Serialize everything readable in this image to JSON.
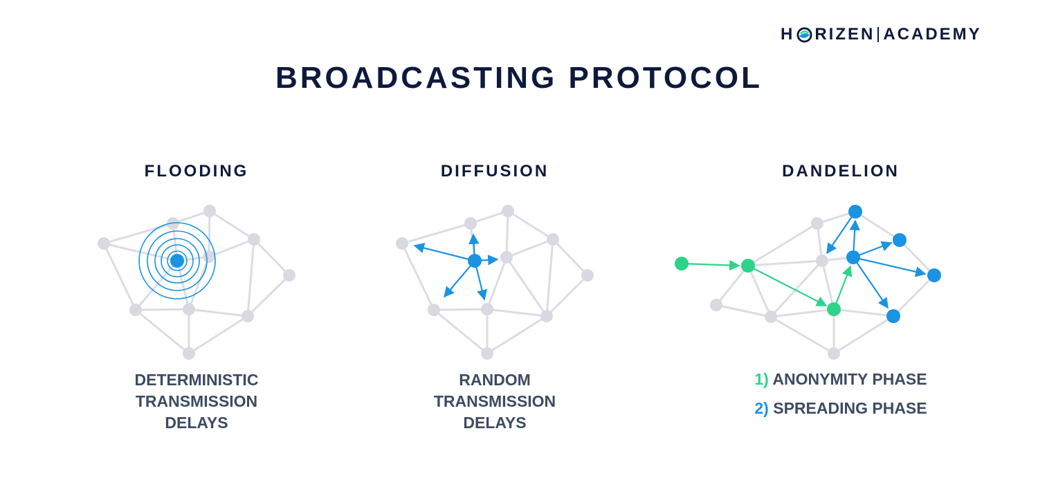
{
  "brand": {
    "name_part1": "H",
    "name_part2": "RIZEN",
    "name_part3": "ACADEMY"
  },
  "title": "BROADCASTING PROTOCOL",
  "sections": [
    {
      "title": "FLOODING",
      "caption": [
        "DETERMINISTIC",
        "TRANSMISSION",
        "DELAYS"
      ]
    },
    {
      "title": "DIFFUSION",
      "caption": [
        "RANDOM",
        "TRANSMISSION",
        "DELAYS"
      ]
    },
    {
      "title": "DANDELION",
      "phases": [
        {
          "number": "1)",
          "label": "ANONYMITY PHASE"
        },
        {
          "number": "2)",
          "label": "SPREADING PHASE"
        }
      ]
    }
  ],
  "colors": {
    "title": "#0e1a3c",
    "node_gray": "#d9d9e1",
    "edge_gray": "#dcdce3",
    "blue": "#1a93e3",
    "green": "#2ed38a",
    "caption": "#3d4b63"
  }
}
